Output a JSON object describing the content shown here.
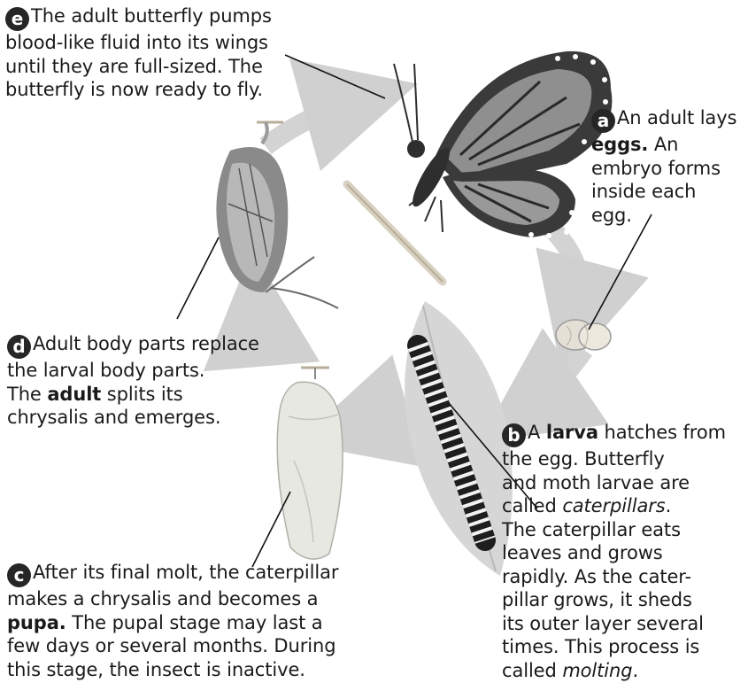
{
  "stages": {
    "e": {
      "letter": "e",
      "lines": [
        "The adult butterfly pumps",
        "blood-like fluid into its wings",
        "until they are full-sized. The",
        "butterfly is now ready to fly."
      ]
    },
    "a": {
      "letter": "a",
      "line1_pre": "An adult lays",
      "line2_bold": "eggs.",
      "line2_post": " An",
      "lines_rest": [
        "embryo forms",
        "inside each",
        "egg."
      ]
    },
    "b": {
      "letter": "b",
      "line1_pre": "A ",
      "line1_bold": "larva",
      "line1_post": " hatches from",
      "line2": "the egg. Butterfly",
      "line3": "and moth larvae are",
      "line4_pre": "called ",
      "line4_italic": "caterpillars",
      "line4_post": ".",
      "lines_rest": [
        "The caterpillar eats",
        "leaves and grows",
        "rapidly. As the cater-",
        "pillar grows, it sheds",
        "its outer layer several",
        "times. This process is"
      ],
      "last_pre": "called ",
      "last_italic": "molting",
      "last_post": "."
    },
    "c": {
      "letter": "c",
      "line1": "After its final molt, the caterpillar",
      "line2": "makes a chrysalis and becomes a",
      "line3_bold": "pupa.",
      "line3_post": " The pupal stage may last a",
      "line4": "few days or several months. During",
      "line5": "this stage, the insect is inactive."
    },
    "d": {
      "letter": "d",
      "line1": "Adult body parts replace",
      "line2": "the larval body parts.",
      "line3_pre": "The ",
      "line3_bold": "adult",
      "line3_post": " splits its",
      "line4": "chrysalis and emerges."
    }
  }
}
